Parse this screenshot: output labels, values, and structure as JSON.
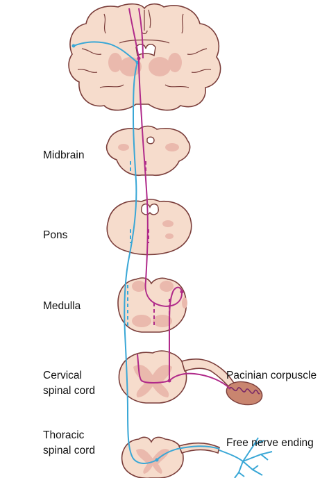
{
  "labels": {
    "midbrain": "Midbrain",
    "pons": "Pons",
    "medulla": "Medulla",
    "cervical_1": "Cervical",
    "cervical_2": "spinal cord",
    "thoracic_1": "Thoracic",
    "thoracic_2": "spinal cord",
    "pacinian": "Pacinian corpuscle",
    "free_nerve": "Free nerve ending"
  },
  "colors": {
    "tissue": "#f6dccc",
    "gray_matter": "#eab9ad",
    "outline": "#7a3d3a",
    "pathway_blue": "#39a7d6",
    "pathway_magenta": "#b02a8a",
    "corpuscle": "#c9856f"
  }
}
